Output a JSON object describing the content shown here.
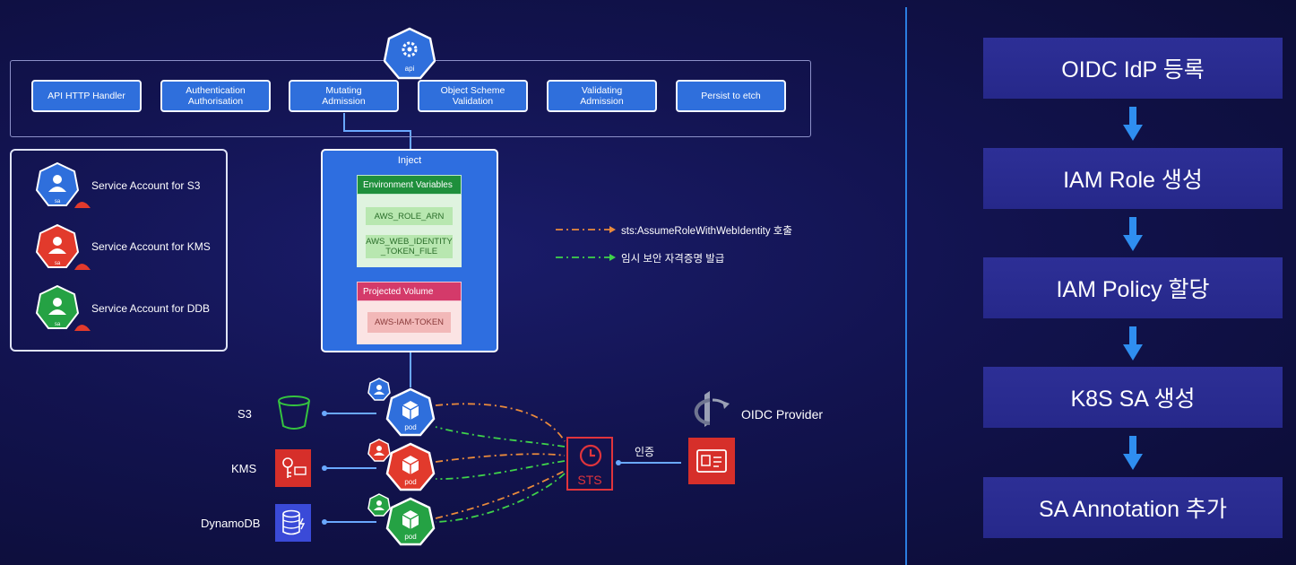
{
  "pipeline": {
    "badge": "api",
    "stages": [
      {
        "label": "API  HTTP Handler"
      },
      {
        "label": "Authentication\nAuthorisation"
      },
      {
        "label": "Mutating\nAdmission"
      },
      {
        "label": "Object Scheme\nValidation"
      },
      {
        "label": "Validating\nAdmission"
      },
      {
        "label": "Persist to etch"
      }
    ]
  },
  "service_accounts": [
    {
      "label": "Service Account for S3",
      "color": "#2f6fdc",
      "badge": "sa"
    },
    {
      "label": "Service Account for KMS",
      "color": "#e23a2c",
      "badge": "sa"
    },
    {
      "label": "Service Account for DDB",
      "color": "#25a244",
      "badge": "sa"
    }
  ],
  "inject": {
    "title": "Inject",
    "env_title": "Environment Variables",
    "env_items": [
      "AWS_ROLE_ARN",
      "AWS_WEB_IDENTITY\n_TOKEN_FILE"
    ],
    "volume_title": "Projected Volume",
    "volume_items": [
      "AWS-IAM-TOKEN"
    ]
  },
  "legend": {
    "orange_label": "sts:AssumeRoleWithWebIdentity 호출",
    "green_label": "임시 보안 자격증명 발급",
    "orange_color": "#e98a3c",
    "green_color": "#3fd24a"
  },
  "services": [
    "S3",
    "KMS",
    "DynamoDB"
  ],
  "pods": [
    {
      "label": "pod",
      "color": "#2f6fdc"
    },
    {
      "label": "pod",
      "color": "#e23a2c"
    },
    {
      "label": "pod",
      "color": "#25a244"
    }
  ],
  "sts": {
    "label": "STS",
    "color": "#e0343c"
  },
  "auth_label": "인증",
  "oidc": {
    "label": "OIDC Provider"
  },
  "steps": [
    {
      "label": "OIDC IdP 등록"
    },
    {
      "label": "IAM Role 생성"
    },
    {
      "label": "IAM Policy 할당"
    },
    {
      "label": "K8S SA 생성"
    },
    {
      "label": "SA Annotation 추가"
    }
  ],
  "colors": {
    "step_bg": "#2b2d92",
    "step_arrow": "#2f8ef0",
    "divider": "#2b7de0",
    "stage_bg": "#2f6fdc"
  }
}
